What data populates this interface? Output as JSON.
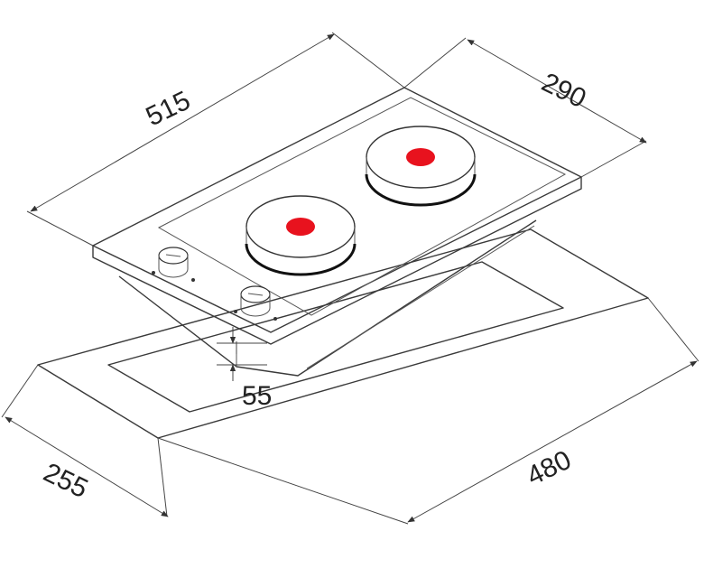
{
  "dimensions": {
    "width": "515",
    "depth": "290",
    "height": "55",
    "cutout_depth": "255",
    "cutout_width": "480"
  },
  "colors": {
    "heat_spot": "#e8121e",
    "line": "#3a3a3a",
    "background": "#ffffff"
  },
  "parts": {
    "hob_top": "glass-ceramic-top-icon",
    "burners": [
      "hotplate-icon",
      "hotplate-icon"
    ],
    "knobs": [
      "control-knob-icon",
      "control-knob-icon"
    ]
  }
}
